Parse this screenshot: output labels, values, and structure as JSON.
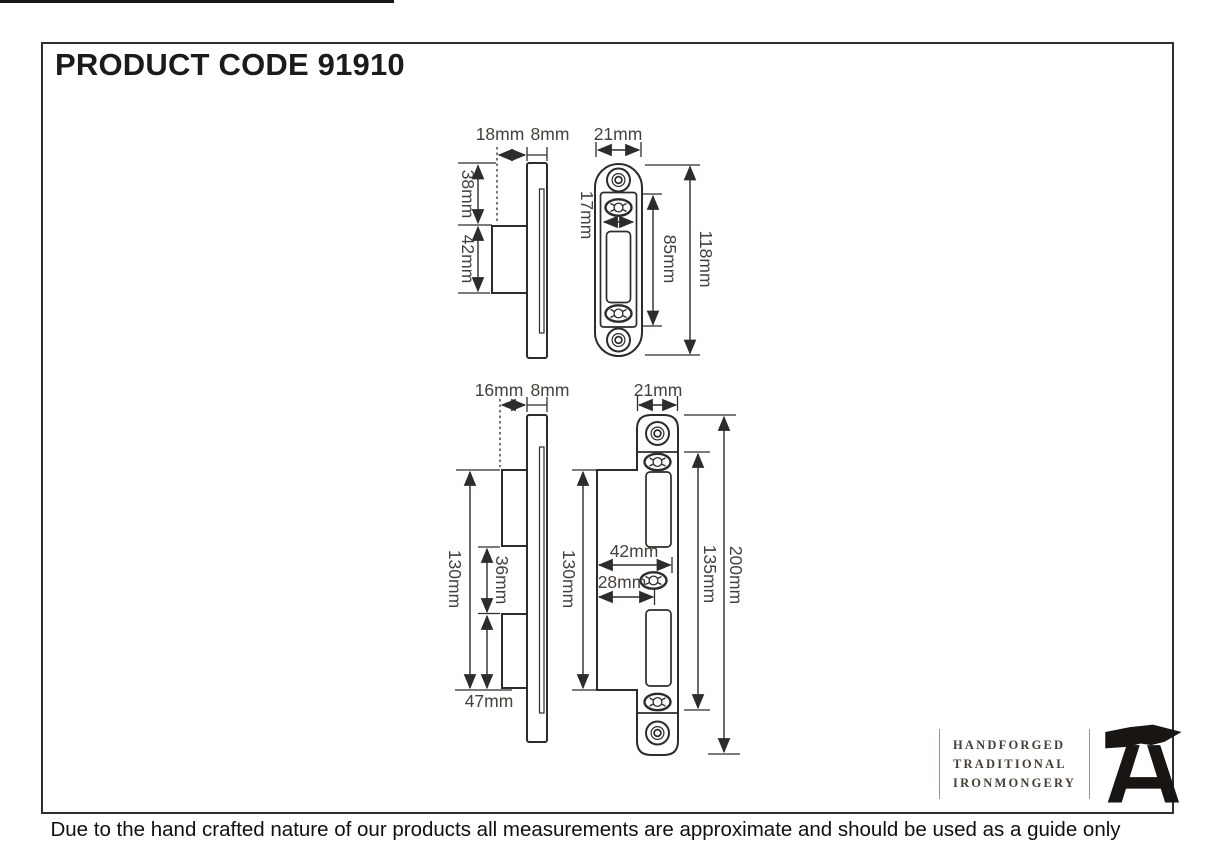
{
  "page": {
    "title": "PRODUCT CODE 91910",
    "disclaimer": "Due to the hand crafted nature of our products all measurements are approximate and should be used as a guide only"
  },
  "brand": {
    "tagline": [
      "HANDFORGED",
      "TRADITIONAL",
      "IRONMONGERY"
    ],
    "logo_icon": "anvil-a-logo",
    "text_color": "#473e36",
    "anvil_color": "#181512"
  },
  "colors": {
    "background": "#ffffff",
    "frame_border": "#2f2f2f",
    "drawing_line": "#2e2c2a",
    "dimension_text": "#45403b",
    "title_text": "#1b1b1b"
  },
  "drawings": {
    "top_unit": {
      "side_view": {
        "depth": "18mm",
        "plate_thickness": "8mm",
        "top_offset": "38mm",
        "box_height": "42mm"
      },
      "front_view": {
        "width": "21mm",
        "inner_width": "17mm",
        "screw_centres": "85mm",
        "height": "118mm"
      }
    },
    "bottom_unit": {
      "side_view": {
        "depth": "16mm",
        "plate_thickness": "8mm",
        "boxes_span": "130mm",
        "box_gap": "36mm",
        "lower_box_height": "47mm"
      },
      "front_view": {
        "width": "21mm",
        "body_height": "130mm",
        "body_width": "42mm",
        "screw_inset": "28mm",
        "face_height": "135mm",
        "overall_height": "200mm"
      }
    }
  }
}
